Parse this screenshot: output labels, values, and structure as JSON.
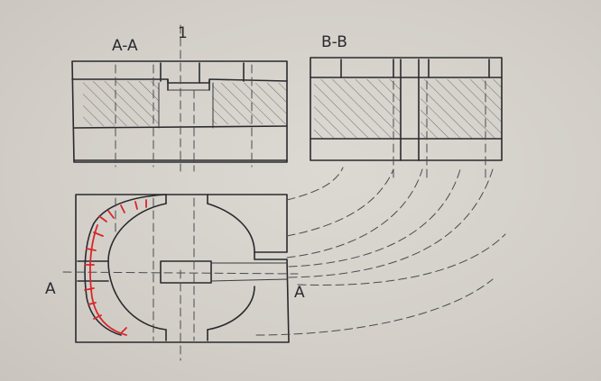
{
  "labels": {
    "section_aa": "A-A",
    "section_bb": "B-B",
    "center_mark": "1",
    "cut_left": "A",
    "cut_right": "A"
  },
  "colors": {
    "paper": "#d6d2cc",
    "ink": "#2a2a2e",
    "red_marks": "#d8262a"
  }
}
